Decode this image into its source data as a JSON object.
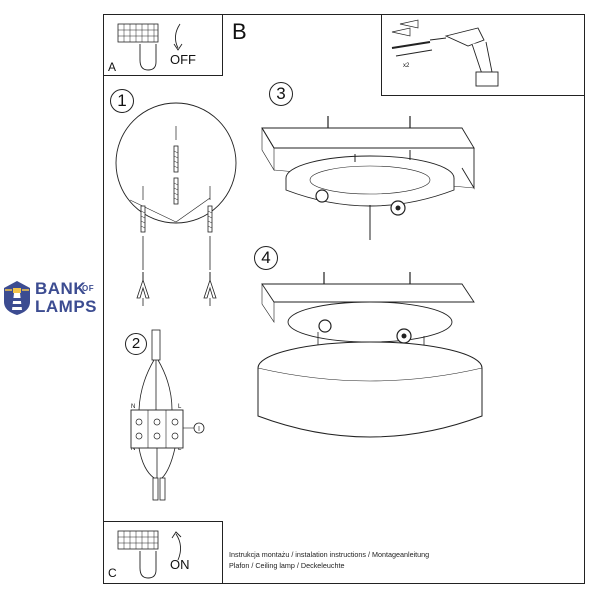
{
  "panels": {
    "a": {
      "letter": "A",
      "state": "OFF"
    },
    "b": {
      "letter": "B",
      "drill_quantity": "x2"
    },
    "c": {
      "letter": "C",
      "state": "ON"
    }
  },
  "steps": [
    "1",
    "2",
    "3",
    "4"
  ],
  "wiring": {
    "left_top": "N",
    "right_top": "L",
    "left_bottom": "N",
    "right_bottom": "L"
  },
  "captions": {
    "line1": "Instrukcja montażu / instalation instructions / Montageanleitung",
    "line2": "Plafon / Ceiling lamp / Deckeleuchte"
  },
  "logo": {
    "word1": "BANK",
    "word2": "OF",
    "word3": "LAMPS",
    "color": "#3c4c91"
  }
}
